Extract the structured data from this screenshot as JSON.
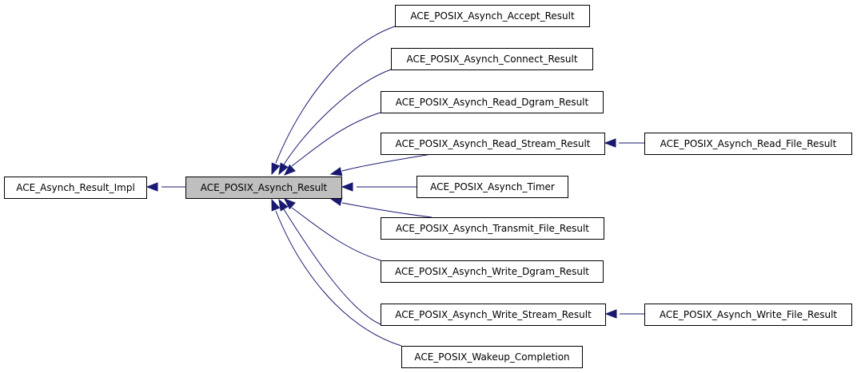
{
  "diagram": {
    "type": "inheritance-graph",
    "colors": {
      "edge": "#191970",
      "node_fill": "#ffffff",
      "current_fill": "#bfbfbf",
      "border": "#000000",
      "text": "#000000"
    },
    "nodes": [
      {
        "id": "impl",
        "label": "ACE_Asynch_Result_Impl",
        "current": false
      },
      {
        "id": "result",
        "label": "ACE_POSIX_Asynch_Result",
        "current": true
      },
      {
        "id": "accept",
        "label": "ACE_POSIX_Asynch_Accept_Result",
        "current": false
      },
      {
        "id": "connect",
        "label": "ACE_POSIX_Asynch_Connect_Result",
        "current": false
      },
      {
        "id": "read_dgram",
        "label": "ACE_POSIX_Asynch_Read_Dgram_Result",
        "current": false
      },
      {
        "id": "read_stream",
        "label": "ACE_POSIX_Asynch_Read_Stream_Result",
        "current": false
      },
      {
        "id": "timer",
        "label": "ACE_POSIX_Asynch_Timer",
        "current": false
      },
      {
        "id": "transmit",
        "label": "ACE_POSIX_Asynch_Transmit_File_Result",
        "current": false
      },
      {
        "id": "write_dgram",
        "label": "ACE_POSIX_Asynch_Write_Dgram_Result",
        "current": false
      },
      {
        "id": "write_stream",
        "label": "ACE_POSIX_Asynch_Write_Stream_Result",
        "current": false
      },
      {
        "id": "wakeup",
        "label": "ACE_POSIX_Wakeup_Completion",
        "current": false
      },
      {
        "id": "read_file",
        "label": "ACE_POSIX_Asynch_Read_File_Result",
        "current": false
      },
      {
        "id": "write_file",
        "label": "ACE_POSIX_Asynch_Write_File_Result",
        "current": false
      }
    ],
    "edges": [
      {
        "from": "result",
        "to": "impl"
      },
      {
        "from": "accept",
        "to": "result"
      },
      {
        "from": "connect",
        "to": "result"
      },
      {
        "from": "read_dgram",
        "to": "result"
      },
      {
        "from": "read_stream",
        "to": "result"
      },
      {
        "from": "timer",
        "to": "result"
      },
      {
        "from": "transmit",
        "to": "result"
      },
      {
        "from": "write_dgram",
        "to": "result"
      },
      {
        "from": "write_stream",
        "to": "result"
      },
      {
        "from": "wakeup",
        "to": "result"
      },
      {
        "from": "read_file",
        "to": "read_stream"
      },
      {
        "from": "write_file",
        "to": "write_stream"
      }
    ]
  }
}
